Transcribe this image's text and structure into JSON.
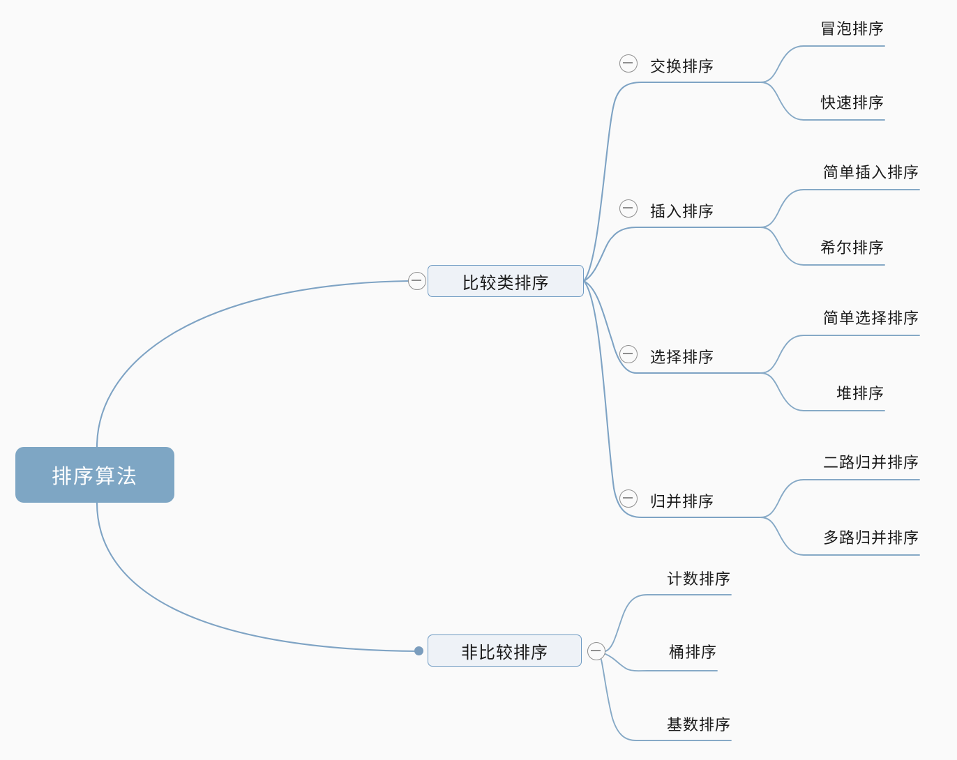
{
  "diagram": {
    "title": "排序算法",
    "type": "mindmap",
    "background_color": "#fafafa",
    "root_fill": "#7ea6c4",
    "root_text_color": "#ffffff",
    "branch_color": "#7ea3c4",
    "node_fill": "#eef2f7",
    "node_border": "#6e9ac2",
    "toggle_color": "#8e8e8e",
    "bullet_color": "#7b9dbd"
  },
  "root": {
    "label": "排序算法"
  },
  "branches": [
    {
      "label": "比较类排序",
      "toggle": "collapse-minus",
      "toggle_side": "left",
      "groups": [
        {
          "label": "交换排序",
          "toggle": "collapse-minus",
          "leaves": [
            {
              "label": "冒泡排序"
            },
            {
              "label": "快速排序"
            }
          ]
        },
        {
          "label": "插入排序",
          "toggle": "collapse-minus",
          "leaves": [
            {
              "label": "简单插入排序"
            },
            {
              "label": "希尔排序"
            }
          ]
        },
        {
          "label": "选择排序",
          "toggle": "collapse-minus",
          "leaves": [
            {
              "label": "简单选择排序"
            },
            {
              "label": "堆排序"
            }
          ]
        },
        {
          "label": "归并排序",
          "toggle": "collapse-minus",
          "leaves": [
            {
              "label": "二路归并排序"
            },
            {
              "label": "多路归并排序"
            }
          ]
        }
      ]
    },
    {
      "label": "非比较排序",
      "toggle": "collapse-minus",
      "toggle_side": "right",
      "bullet": "node-bullet",
      "leaves": [
        {
          "label": "计数排序"
        },
        {
          "label": "桶排序"
        },
        {
          "label": "基数排序"
        }
      ]
    }
  ]
}
